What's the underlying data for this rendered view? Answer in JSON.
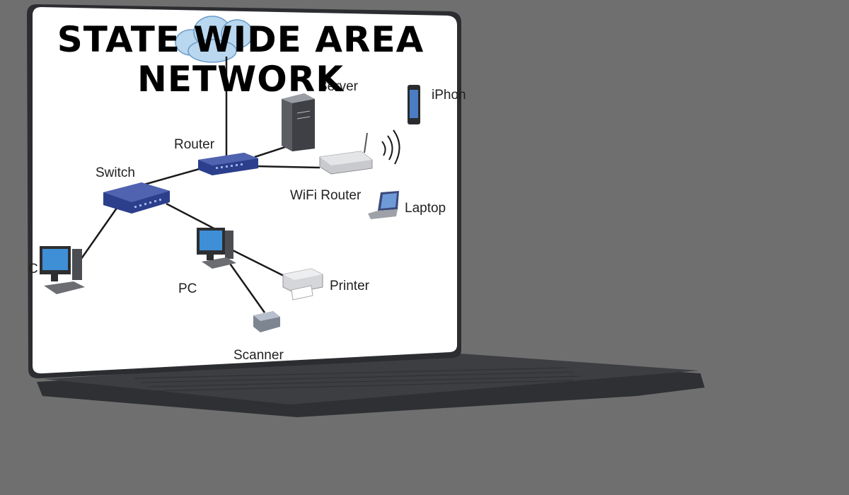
{
  "title": {
    "line1": "STATE WIDE AREA",
    "line2": "NETWORK"
  },
  "diagram": {
    "labels": {
      "server": "Server",
      "router": "Router",
      "switch": "Switch",
      "wifi_router": "WiFi Router",
      "laptop": "Laptop",
      "iphone": "iPhon",
      "pc_center": "PC",
      "pc_left": "C",
      "printer": "Printer",
      "scanner": "Scanner"
    }
  },
  "colors": {
    "background": "#6f6f6f",
    "laptop_body": "#3a3b3e",
    "screen": "#ffffff",
    "switch_router": "#2b3f8c",
    "cloud": "#b9d7ef"
  }
}
